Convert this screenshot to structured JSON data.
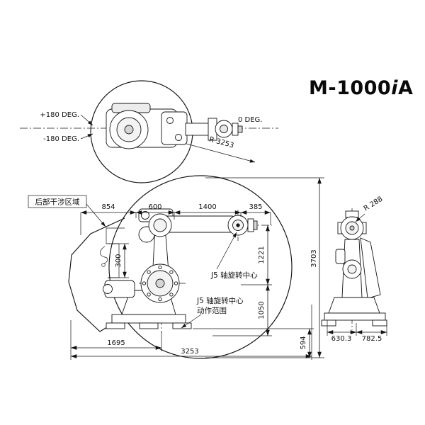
{
  "title": {
    "prefix": "M-1000",
    "i": "i",
    "suffix": "A"
  },
  "top_view": {
    "deg_plus": "+180 DEG.",
    "deg_minus": "-180 DEG.",
    "deg_zero": "0 DEG.",
    "reach_radius": "R 3253"
  },
  "side_view": {
    "rear_zone_label": "后部干涉区域",
    "j5_center_label": "J5 轴旋转中心",
    "j5_range_label_line1": "J5 轴旋转中心",
    "j5_range_label_line2": "动作范围",
    "dims": {
      "d854": "854",
      "d600": "600",
      "d1400": "1400",
      "d385": "385",
      "d300": "300",
      "d3703": "3703",
      "d1221": "1221",
      "d1050": "1050",
      "d594": "594",
      "d1695": "1695",
      "d3253": "3253"
    }
  },
  "rear_view": {
    "wrist_radius": "R 288",
    "d630": "630.3",
    "d782": "782.5"
  }
}
